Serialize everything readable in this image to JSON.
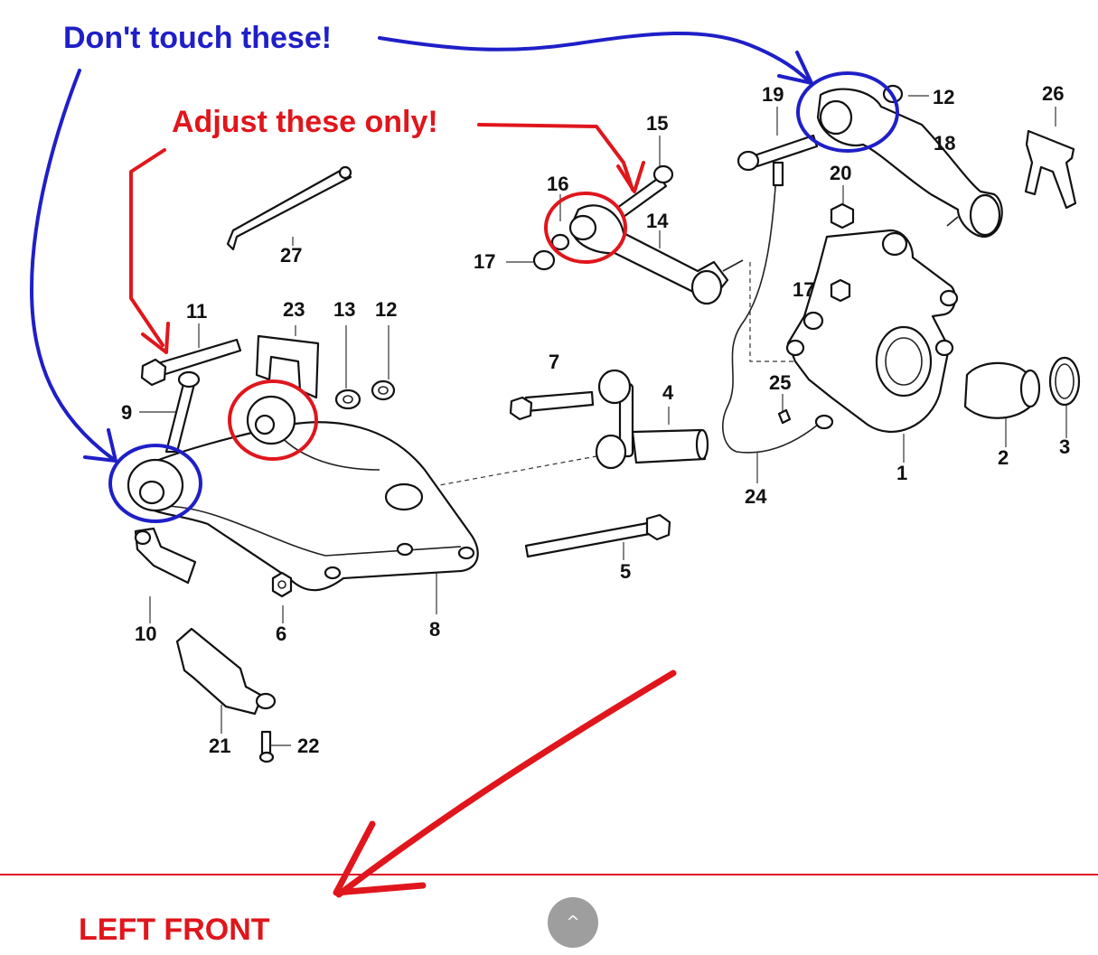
{
  "annotations": {
    "dont_touch": "Don't touch these!",
    "adjust_only": "Adjust these only!",
    "footer_label": "LEFT FRONT"
  },
  "part_numbers": {
    "p1": "1",
    "p2": "2",
    "p3": "3",
    "p4": "4",
    "p5": "5",
    "p6": "6",
    "p7": "7",
    "p8": "8",
    "p9": "9",
    "p10": "10",
    "p11": "11",
    "p12a": "12",
    "p12b": "12",
    "p13": "13",
    "p14": "14",
    "p15": "15",
    "p16": "16",
    "p17a": "17",
    "p17b": "17",
    "p18": "18",
    "p19": "19",
    "p20": "20",
    "p21": "21",
    "p22": "22",
    "p23": "23",
    "p24": "24",
    "p25": "25",
    "p26": "26",
    "p27": "27"
  },
  "scroll_top": {
    "icon": "chevron-up-icon",
    "glyph": "^"
  },
  "colors": {
    "blue": "#1f1fc8",
    "red": "#e0161c",
    "divider": "#e0162a",
    "button": "#9e9e9e"
  }
}
